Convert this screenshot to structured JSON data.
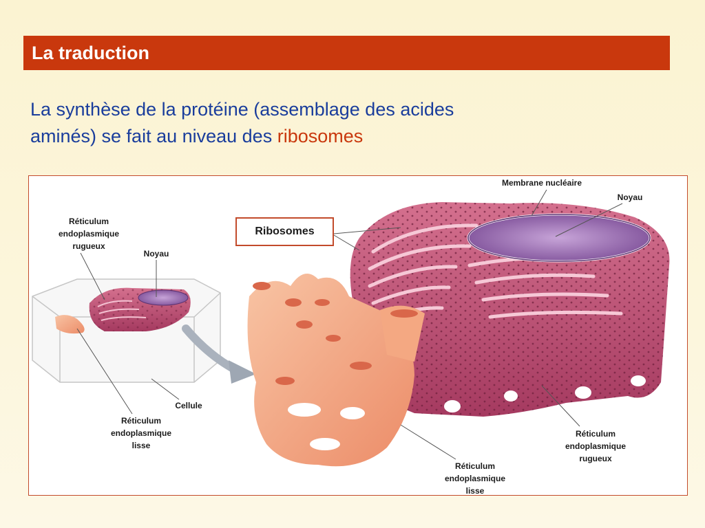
{
  "slide": {
    "title": "La traduction",
    "intro_line1": "La synthèse de la protéine (assemblage des acides",
    "intro_line2_prefix": "aminés) se fait au niveau des ",
    "intro_highlight": "ribosomes"
  },
  "figure": {
    "left_panel": {
      "rer_label": [
        "Réticulum",
        "endoplasmique",
        "rugueux"
      ],
      "noyau_label": "Noyau",
      "cellule_label": "Cellule",
      "rel_label": [
        "Réticulum",
        "endoplasmique",
        "lisse"
      ]
    },
    "right_panel": {
      "membrane_label": "Membrane nucléaire",
      "noyau_label": "Noyau",
      "ribosomes_label": "Ribosomes",
      "rer_label": [
        "Réticulum",
        "endoplasmique",
        "rugueux"
      ],
      "rel_label": [
        "Réticulum",
        "endoplasmique",
        "lisse"
      ]
    }
  },
  "colors": {
    "title_bar": "#c9380d",
    "intro_text": "#1a3d9c",
    "highlight": "#c9380d",
    "rough_er": "#b8486e",
    "smooth_er": "#f2a482",
    "nucleus": "#8e5fa8"
  }
}
